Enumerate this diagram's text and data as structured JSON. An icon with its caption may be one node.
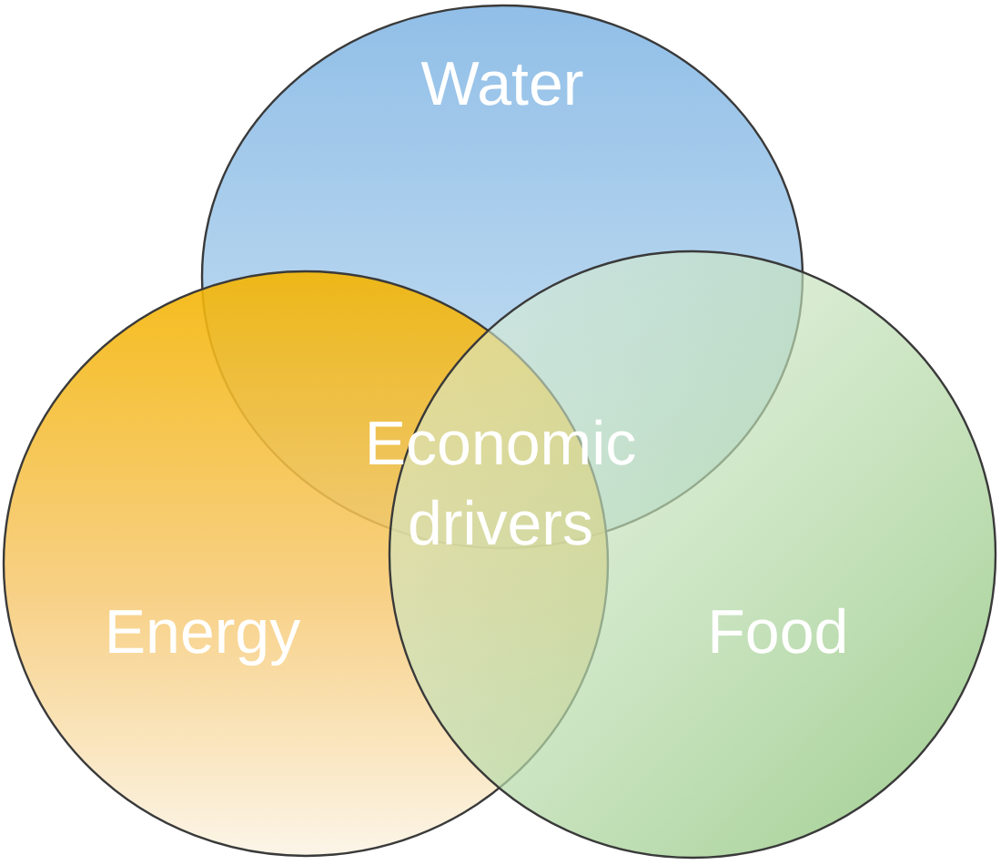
{
  "diagram": {
    "nodes": [
      {
        "text": [
          "Water"
        ]
      },
      {
        "text": [
          "Energy"
        ]
      },
      {
        "text": [
          "Food"
        ]
      }
    ],
    "labels": [
      "Economic drivers"
    ]
  }
}
